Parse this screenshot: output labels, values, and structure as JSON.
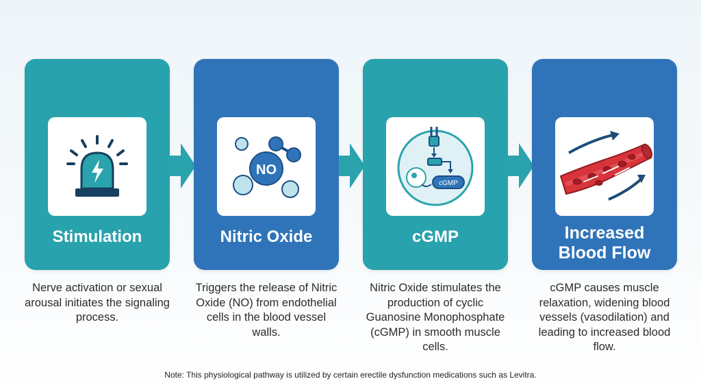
{
  "steps": [
    {
      "title": "Stimulation",
      "description": "Nerve activation or sexual arousal initiates the signaling process.",
      "icon": "alarm-light-icon",
      "color": "#28a2ac"
    },
    {
      "title": "Nitric Oxide",
      "description": "Triggers the release of Nitric Oxide (NO) from endothelial cells in the blood vessel walls.",
      "icon": "molecule-icon",
      "icon_text": "NO",
      "color": "#2f74b9"
    },
    {
      "title": "cGMP",
      "description": "Nitric Oxide stimulates the production of cyclic Guanosine Monophosphate (cGMP) in smooth muscle cells.",
      "icon": "cell-icon",
      "icon_text": "cGMP",
      "color": "#28a2ac"
    },
    {
      "title": "Increased Blood Flow",
      "description": "cGMP causes muscle relaxation, widening blood vessels (vasodilation) and leading to increased blood flow.",
      "icon": "blood-vessel-icon",
      "color": "#2f74b9"
    }
  ],
  "note": "Note: This physiological pathway is utilized by certain erectile dysfunction medications such as Levitra.",
  "colors": {
    "teal": "#28a2ac",
    "blue": "#2f74b9",
    "arrow": "#2aa3ad"
  }
}
